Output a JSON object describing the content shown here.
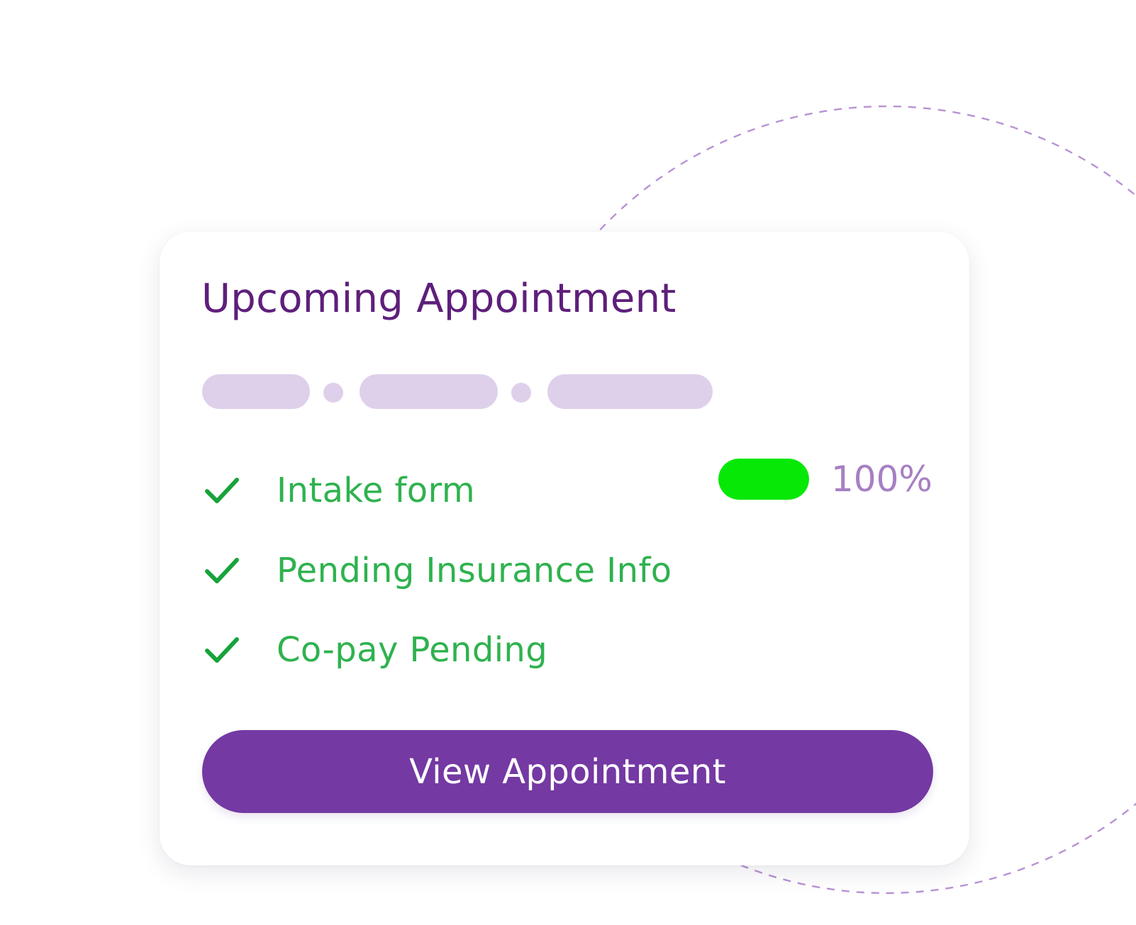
{
  "card": {
    "title": "Upcoming Appointment",
    "title_color": "#5e1f7b",
    "placeholder_color": "#ded0ea"
  },
  "checklist": {
    "check_color": "#17a33a",
    "label_color": "#2fb24f",
    "items": [
      {
        "label": "Intake form",
        "icon": "checkmark-icon"
      },
      {
        "label": "Pending Insurance Info",
        "icon": "checkmark-icon"
      },
      {
        "label": "Co-pay Pending",
        "icon": "checkmark-icon"
      }
    ]
  },
  "progress": {
    "value_percent": 100,
    "label": "100%",
    "fill_color": "#06e806",
    "label_color": "#a77fc4"
  },
  "button": {
    "label": "View Appointment",
    "bg_color": "#7439a3"
  },
  "decoration": {
    "arc_color": "#b892d4"
  }
}
